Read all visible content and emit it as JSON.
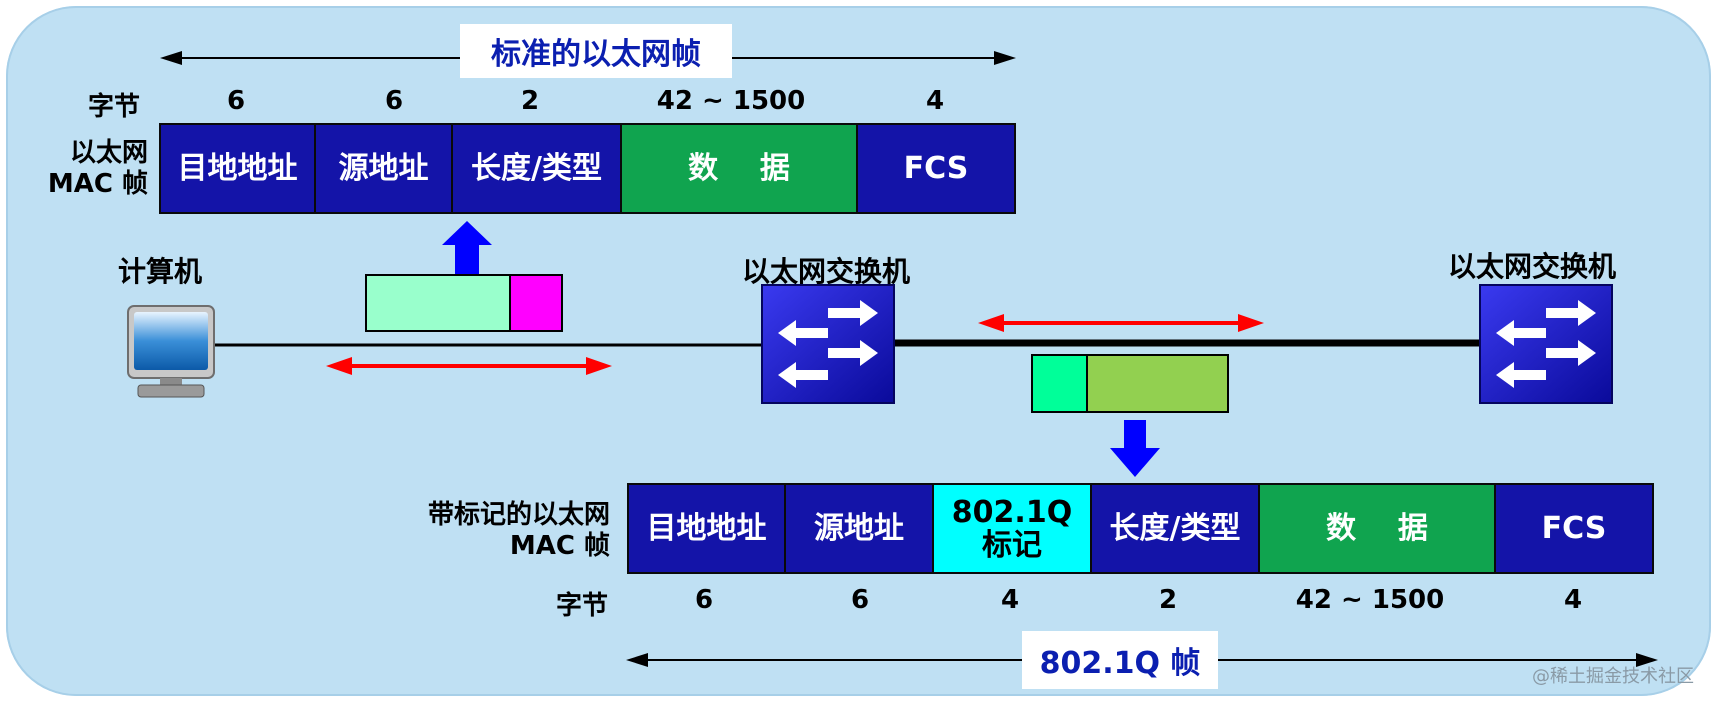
{
  "standard": {
    "title": "标准的以太网帧",
    "bytes_label": "字节",
    "frame_label_line1": "以太网",
    "frame_label_line2": "MAC 帧",
    "fields": [
      {
        "label": "目地地址",
        "bytes": "6"
      },
      {
        "label": "源地址",
        "bytes": "6"
      },
      {
        "label": "长度/类型",
        "bytes": "2"
      },
      {
        "label": "数    据",
        "bytes": "42 ~ 1500"
      },
      {
        "label": "FCS",
        "bytes": "4"
      }
    ]
  },
  "tagged": {
    "title": "802.1Q 帧",
    "bytes_label": "字节",
    "frame_label_line1": "带标记的以太网",
    "frame_label_line2": "MAC 帧",
    "fields": [
      {
        "label": "目地地址",
        "bytes": "6"
      },
      {
        "label": "源地址",
        "bytes": "6"
      },
      {
        "label": "802.1Q\n标记",
        "bytes": "4"
      },
      {
        "label": "长度/类型",
        "bytes": "2"
      },
      {
        "label": "数    据",
        "bytes": "42 ~ 1500"
      },
      {
        "label": "FCS",
        "bytes": "4"
      }
    ]
  },
  "network": {
    "computer_label": "计算机",
    "switch1_label": "以太网交换机",
    "switch2_label": "以太网交换机"
  },
  "watermark": "@稀土掘金技术社区",
  "colors": {
    "panel": "#bfe0f3",
    "field_blue": "#1414a8",
    "field_green": "#10a44f",
    "field_cyan": "#00ffff",
    "title_text": "#0b1fb0",
    "arrow_red": "#ff0000",
    "arrow_blue": "#0000ff",
    "small_frame_header": "#99ffcc",
    "small_frame_tail": "#ff00ff",
    "tagged_small_header": "#00ff99",
    "tagged_small_body": "#92d050"
  }
}
